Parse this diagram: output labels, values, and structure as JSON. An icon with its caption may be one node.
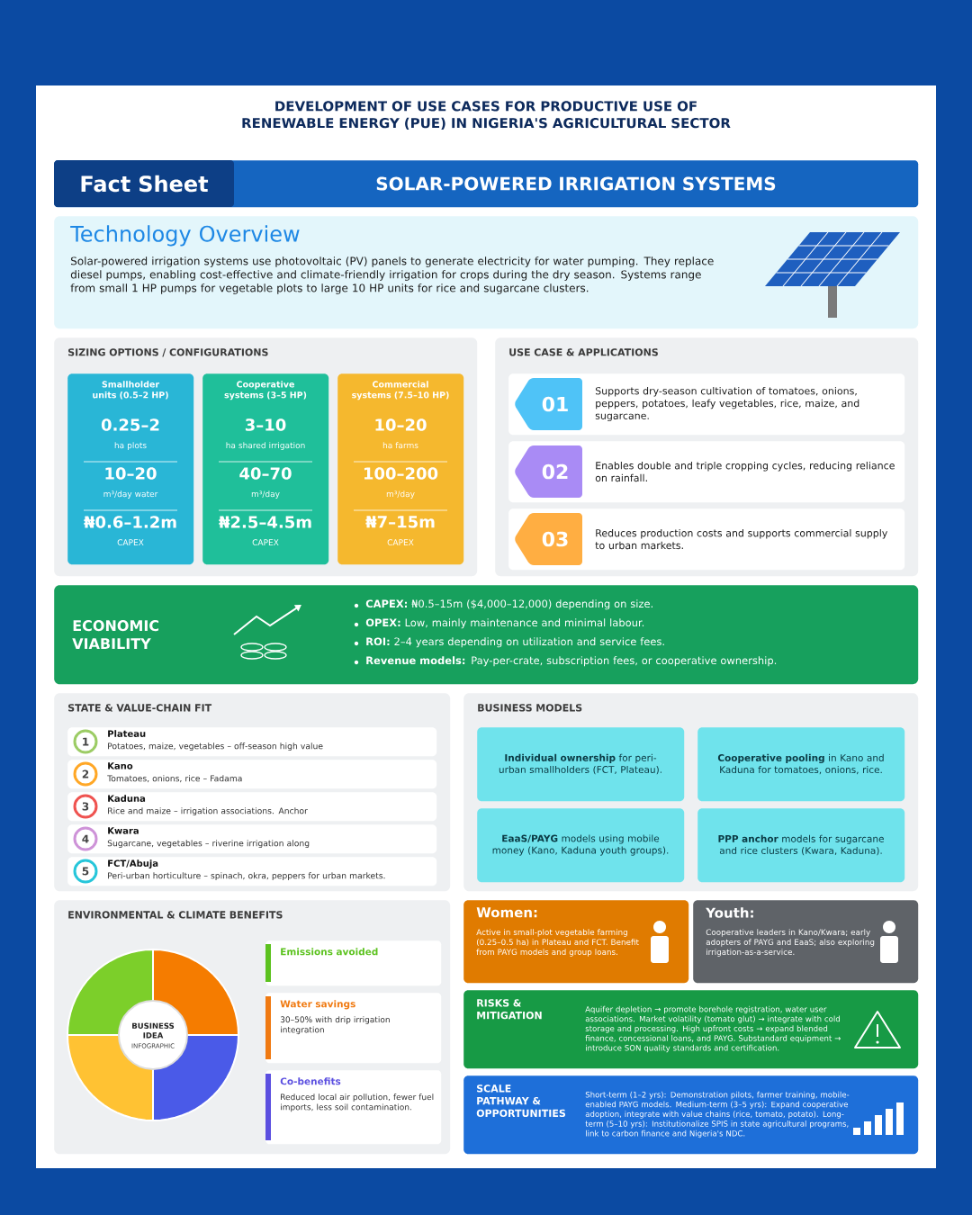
{
  "diagram": {
    "title": "DEVELOPMENT OF USE CASES FOR PRODUCTIVE USE OF RENEWABLE ENERGY (PUE) IN NIGERIA'S AGRICULTURAL SECTOR",
    "nodes": [
      {
        "text": [
          "Fact Sheet",
          "SOLAR-POWERED IRRIGATION SYSTEMS"
        ]
      },
      {
        "text": [
          "Technology Overview",
          "Solar-powered irrigation systems use photovoltaic (PV) panels to generate electricity for water pumping. They replace diesel pumps, enabling cost-effective and climate-friendly irrigation for crops during the dry season. Systems range from small 1 HP pumps for vegetable plots to large 10 HP units for rice and sugarcane clusters."
        ]
      },
      {
        "text": [
          "SIZING OPTIONS / CONFIGURATIONS"
        ]
      },
      {
        "text": [
          "Smallholder units (0.5–2 HP)",
          "0.25–2",
          "ha plots",
          "10–20",
          "m³/day water",
          "₦0.6–1.2m",
          "CAPEX"
        ],
        "in": 2
      },
      {
        "text": [
          "Cooperative systems (3–5 HP)",
          "3–10",
          "ha shared irrigation",
          "40–70",
          "m³/day",
          "₦2.5–4.5m",
          "CAPEX"
        ],
        "in": 2
      },
      {
        "text": [
          "Commercial systems (7.5–10 HP)",
          "10–20",
          "ha farms",
          "100–200",
          "m³/day",
          "₦7–15m",
          "CAPEX"
        ],
        "in": 2
      },
      {
        "text": [
          "USE CASE & APPLICATIONS"
        ]
      },
      {
        "text": [
          "01",
          "Supports dry-season cultivation of tomatoes, onions, peppers, potatoes, leafy vegetables, rice, maize, and sugarcane."
        ],
        "in": 6
      },
      {
        "text": [
          "02",
          "Enables double and triple cropping cycles, reducing reliance on rainfall."
        ],
        "in": 6
      },
      {
        "text": [
          "03",
          "Reduces production costs and supports commercial supply to urban markets."
        ],
        "in": 6
      },
      {
        "text": [
          "ECONOMIC VIABILITY",
          "**CAPEX:** ₦0.5–15m ($4,000–12,000) depending on size.",
          "**OPEX:** Low, mainly maintenance and minimal labour.",
          "**ROI:** 2–4 years depending on utilization and service fees.",
          "**Revenue models:** Pay-per-crate, subscription fees, or cooperative ownership."
        ]
      },
      {
        "text": [
          "STATE & VALUE-CHAIN FIT"
        ]
      },
      {
        "text": [
          "1",
          "Plateau",
          "Potatoes, maize, vegetables – off-season high value"
        ],
        "in": 11
      },
      {
        "text": [
          "2",
          "Kano",
          "Tomatoes, onions, rice – Fadama"
        ],
        "in": 11
      },
      {
        "text": [
          "3",
          "Kaduna",
          "Rice and maize – irrigation associations. Anchor"
        ],
        "in": 11
      },
      {
        "text": [
          "4",
          "Kwara",
          "Sugarcane, vegetables – riverine irrigation along"
        ],
        "in": 11
      },
      {
        "text": [
          "5",
          "FCT/Abuja",
          "Peri-urban horticulture – spinach, okra, peppers for urban markets."
        ],
        "in": 11
      },
      {
        "text": [
          "BUSINESS MODELS"
        ]
      },
      {
        "text": [
          "**Individual ownership** for peri-urban smallholders (FCT, Plateau)."
        ],
        "in": 17
      },
      {
        "text": [
          "**Cooperative pooling** in Kano and Kaduna for tomatoes, onions, rice."
        ],
        "in": 17
      },
      {
        "text": [
          "**EaaS/PAYG** models using mobile money (Kano, Kaduna youth groups)."
        ],
        "in": 17
      },
      {
        "text": [
          "**PPP anchor** models for sugarcane and rice clusters (Kwara, Kaduna)."
        ],
        "in": 17
      },
      {
        "text": [
          "ENVIRONMENTAL & CLIMATE BENEFITS"
        ]
      },
      {
        "text": [
          "BUSINESS IDEA",
          "INFOGRAPHIC"
        ],
        "in": 22
      },
      {
        "text": [
          "Emissions avoided"
        ],
        "in": 22
      },
      {
        "text": [
          "Water savings",
          "30–50% with drip irrigation integration"
        ],
        "in": 22
      },
      {
        "text": [
          "Co-benefits",
          "Reduced local air pollution, fewer fuel imports, less soil contamination."
        ],
        "in": 22
      },
      {
        "text": [
          "Women:",
          "Active in small-plot vegetable farming (0.25–0.5 ha) in Plateau and FCT. Benefit from PAYG models and group loans."
        ]
      },
      {
        "text": [
          "Youth:",
          "Cooperative leaders in Kano/Kwara; early adopters of PAYG and EaaS; also exploring irrigation-as-a-service."
        ]
      },
      {
        "text": [
          "RISKS & MITIGATION",
          "Aquifer depletion → promote borehole registration, water user associations. Market volatility (tomato glut) → integrate with cold storage and processing. High upfront costs → expand blended finance, concessional loans, and PAYG. Substandard equipment → introduce SON quality standards and certification."
        ]
      },
      {
        "text": [
          "SCALE PATHWAY & OPPORTUNITIES",
          "Short-term (1–2 yrs): Demonstration pilots, farmer training, mobile-enabled PAYG models. Medium-term (3–5 yrs): Expand cooperative adoption, integrate with value chains (rice, tomato, potato). Long-term (5–10 yrs): Institutionalize SPIS in state agricultural programs, link to carbon finance and Nigeria's NDC."
        ]
      }
    ]
  }
}
